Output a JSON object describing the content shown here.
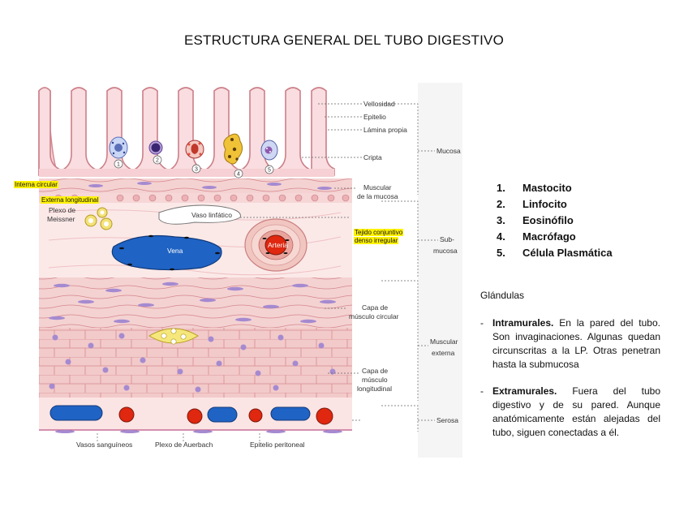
{
  "title": "ESTRUCTURA GENERAL DEL TUBO DIGESTIVO",
  "diagram": {
    "labels": {
      "vellosidad": "Vellosidad",
      "epitelio": "Epitelio",
      "lamina_propia": "Lámina propia",
      "cripta": "Cripta",
      "mucosa": "Mucosa",
      "muscular_mucosa_1": "Muscular",
      "muscular_mucosa_2": "de la mucosa",
      "submucosa_1": "Sub-",
      "submucosa_2": "mucosa",
      "plexo_meissner_1": "Plexo de",
      "plexo_meissner_2": "Meissner",
      "vaso_linfatico": "Vaso linfático",
      "vena": "Vena",
      "arteria": "Arteria",
      "capa_circular_1": "Capa de",
      "capa_circular_2": "músculo circular",
      "muscular_externa_1": "Muscular",
      "muscular_externa_2": "externa",
      "capa_longitudinal_1": "Capa de",
      "capa_longitudinal_2": "músculo",
      "capa_longitudinal_3": "longitudinal",
      "serosa": "Serosa",
      "vasos_sanguineos": "Vasos sanguíneos",
      "plexo_auerbach": "Plexo de Auerbach",
      "epitelio_peritoneal": "Epitelio peritoneal"
    },
    "cell_numbers": [
      "1",
      "2",
      "3",
      "4",
      "5"
    ],
    "highlights": {
      "interna_circular": "Interna circular",
      "externa_longitudinal": "Externa longitudinal",
      "tejido_1": "Tejido conjuntivo",
      "tejido_2": "denso irregular"
    }
  },
  "cell_list": [
    {
      "number": "1.",
      "name": "Mastocito"
    },
    {
      "number": "2.",
      "name": "Linfocito"
    },
    {
      "number": "3.",
      "name": "Eosinófilo"
    },
    {
      "number": "4.",
      "name": "Macrófago"
    },
    {
      "number": "5.",
      "name": "Célula Plasmática"
    }
  ],
  "glands": {
    "heading": "Glándulas",
    "items": [
      {
        "dash": "-",
        "term": "Intramurales.",
        "text": " En la pared del tubo. Son invaginaciones. Algunas quedan circunscritas a la LP. Otras penetran hasta la submucosa"
      },
      {
        "dash": "-",
        "term": "Extramurales.",
        "text": " Fuera del tubo digestivo y de su pared. Aunque anatómicamente están alejadas del tubo, siguen conectadas a él."
      }
    ]
  }
}
